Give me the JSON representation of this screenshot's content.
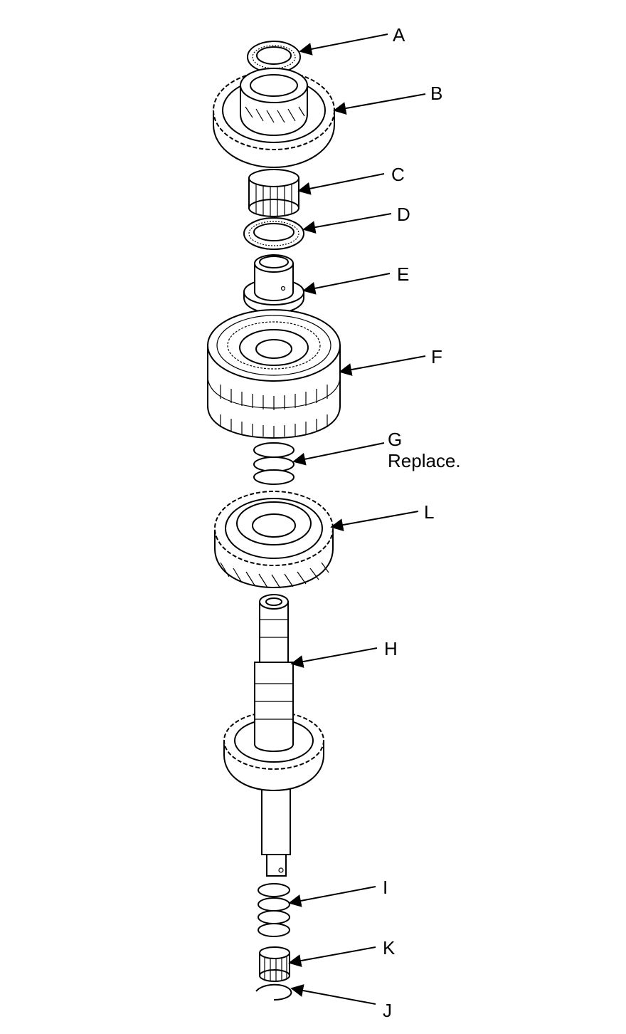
{
  "callouts": {
    "A": "A",
    "B": "B",
    "C": "C",
    "D": "D",
    "E": "E",
    "F": "F",
    "G": "G",
    "G_note": "Replace.",
    "L": "L",
    "H": "H",
    "I": "I",
    "K": "K",
    "J": "J"
  }
}
